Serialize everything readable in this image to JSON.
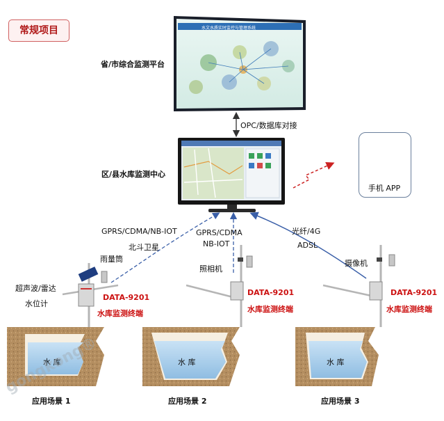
{
  "badge": "常规项目",
  "platform": {
    "label": "省/市综合监测平台",
    "screen_title": "水文水质实时监控与管理系统"
  },
  "connection": "OPC/数据库对接",
  "center": {
    "label": "区/县水库监测中心"
  },
  "phone": {
    "label": "手机 APP"
  },
  "links": {
    "left": [
      "GPRS/CDMA/NB-IOT",
      "北斗卫星"
    ],
    "middle": [
      "GPRS/CDMA",
      "NB-IOT"
    ],
    "right": [
      "光纤/4G",
      "ADSL"
    ]
  },
  "sensors": {
    "rain_gauge": "雨量筒",
    "level_sensor": [
      "超声波/雷达",
      "水位计"
    ],
    "camera1": "照相机",
    "camera2": "摄像机"
  },
  "terminal": {
    "model": "DATA-9201",
    "name": "水库监测终端"
  },
  "reservoir": "水 库",
  "scenes": [
    "应用场景 1",
    "应用场景 2",
    "应用场景 3"
  ],
  "watermark": "gongkong®",
  "colors": {
    "accent_red": "#cc1111",
    "link_blue": "#3a5fa8",
    "soil": "#b08a5a",
    "water": "#9ec6e6"
  }
}
